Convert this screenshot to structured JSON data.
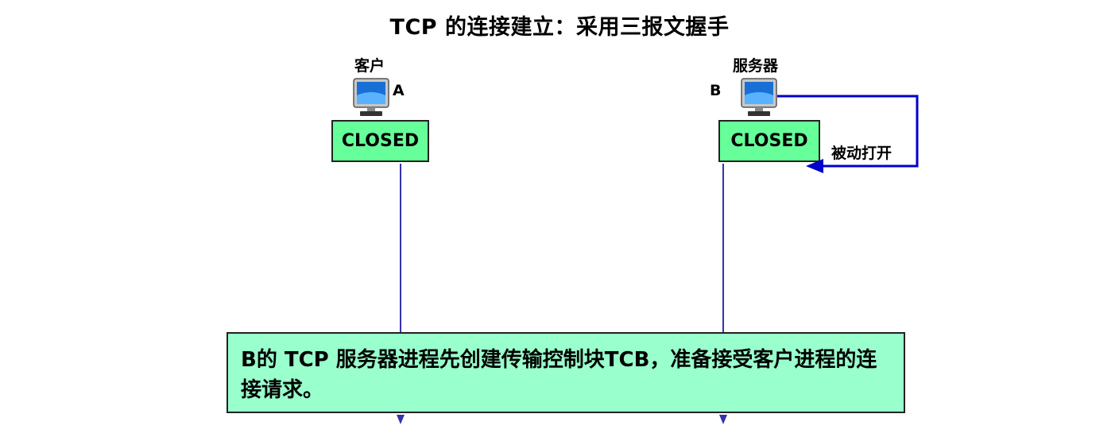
{
  "title": "TCP 的连接建立：采用三报文握手",
  "client": {
    "role_label": "客户",
    "letter": "A",
    "state": "CLOSED",
    "icon": "computer-icon"
  },
  "server": {
    "role_label": "服务器",
    "letter": "B",
    "state": "CLOSED",
    "icon": "computer-icon",
    "action_label": "被动打开"
  },
  "note": {
    "text": "B的 TCP 服务器进程先创建传输控制块TCB，准备接受客户进程的连接请求。"
  },
  "colors": {
    "state_box": "#66ff99",
    "note_box": "#99ffcc",
    "lifeline": "#3333aa",
    "passive_open_arrow": "#0000cc"
  }
}
